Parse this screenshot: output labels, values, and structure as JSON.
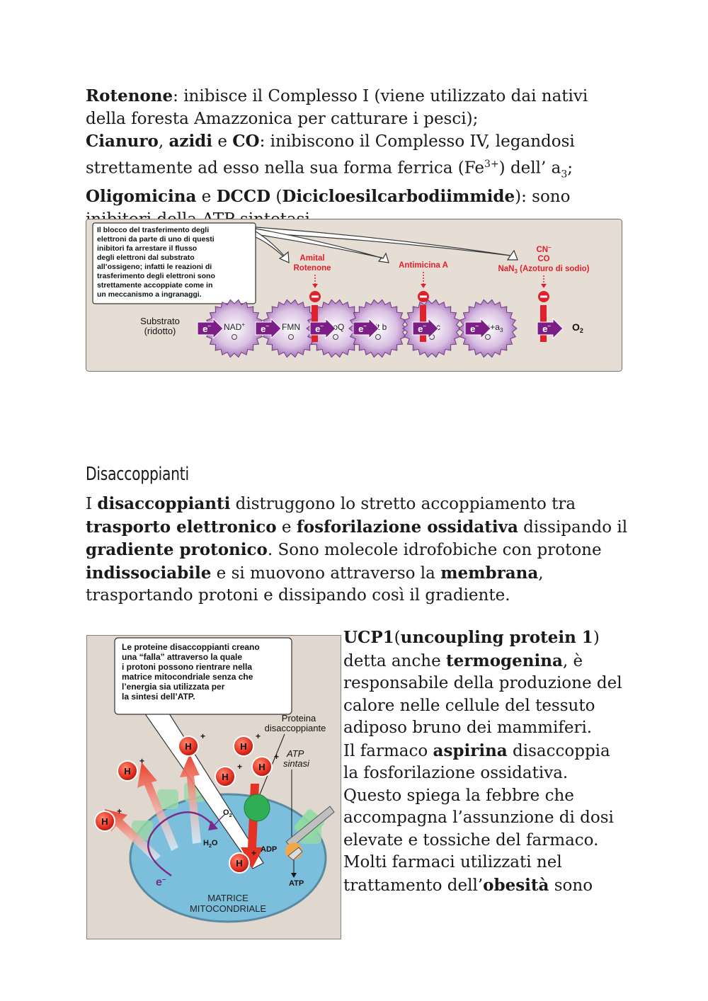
{
  "text1": {
    "rotenone": "Rotenone",
    "rotenone_desc": ": inibisce il Complesso I (viene utilizzato dai nativi della foresta Amazzonica per catturare i pesci);",
    "cianuro": "Cianuro",
    "comma": ", ",
    "azidi": "azidi",
    "and1": " e ",
    "co": "CO",
    "cn_desc_a": ": inibiscono il Complesso IV, legandosi strettamente ad esso nella sua forma ferrica (Fe",
    "fe_sup": "3+",
    "cn_desc_b": ") dell’ a",
    "a_sub": "3",
    "cn_desc_c": ";",
    "oligo": "Oligomicina",
    "and2": " e ",
    "dccd": "DCCD",
    "paren_open": " (",
    "dicic": "Dicicloesilcarbodiimmide",
    "oligo_desc": "): sono inibitori della ATP sintetasi."
  },
  "figure1": {
    "callout": [
      "Il blocco del trasferimento degli",
      "elettroni da parte di uno di questi",
      "inibitori fa arrestare il flusso",
      "degli elettroni dal substrato",
      "all’ossigeno; infatti le reazioni di",
      "trasferimento degli elettroni sono",
      "strettamente accoppiate come in",
      "un meccanismo a ingranaggi."
    ],
    "inhibitor1": [
      "Amital",
      "Rotenone"
    ],
    "inhibitor2": "Antimicina A",
    "inhibitor3_cn": "CN",
    "inhibitor3_co": "CO",
    "inhibitor3_nan": "NaN",
    "inhibitor3_rest": " (Azoturo di sodio)",
    "minus": "–",
    "substrate": [
      "Substrato",
      "(ridotto)"
    ],
    "electron": "e",
    "electron_sup": "–",
    "gears": [
      "NAD",
      "FMN",
      "CoQ",
      "Cit b",
      "Cit c",
      "Cit a+a"
    ],
    "nad_sup": "+",
    "a3_sub": "3",
    "oxygen": "O",
    "oxygen_sub": "2",
    "colors": {
      "panel": "#e6ddd5",
      "arrow": "#7b1f86",
      "inhibitor": "#e0202a",
      "gear": "#b989c8"
    }
  },
  "section2": {
    "heading": "Disaccoppianti"
  },
  "text2": {
    "t1": "I ",
    "b1": "disaccoppianti",
    "t2": " distruggono lo stretto accoppiamento tra ",
    "b2": "trasporto elettronico",
    "t3": " e ",
    "b3": "fosforilazione ossidativa",
    "t4": " dissipando il ",
    "b4": "gradiente protonico",
    "t5": ". Sono molecole idrofobiche con protone ",
    "b5": "indissociabile",
    "t6": " e si muovono attraverso la ",
    "b6": "membrana",
    "t7": ", trasportando protoni e dissipando così il gradiente."
  },
  "text3": {
    "b1": "UCP1",
    "t1": "(",
    "b2": "uncoupling protein 1",
    "t2": ") detta anche ",
    "b3": "termogenina",
    "t3": ", è responsabile della produzione del",
    "t4": "calore nelle cellule del tessuto adiposo bruno dei mammiferi.",
    "t5": "Il farmaco ",
    "b4": "aspirina",
    "t6": " disaccoppia la fosforilazione ossidativa. Questo spiega la febbre che accompagna l’assunzione di dosi elevate e tossiche del farmaco. Molti farmaci utilizzati nel trattamento dell’",
    "b5": "obesità",
    "t7": " sono"
  },
  "figure2": {
    "callout": [
      "Le proteine disaccoppianti creano",
      "una “falla” attraverso la quale",
      "i protoni possono rientrare nella",
      "matrice mitocondriale senza che",
      "l’energia sia utilizzata per",
      "la sintesi dell’ATP."
    ],
    "protein_label": [
      "Proteina",
      "disaccoppiante"
    ],
    "atp_synth": [
      "ATP",
      "sintasi"
    ],
    "proton": "H",
    "proton_sup": "+",
    "o2": "O",
    "o2_sub": "2",
    "h2o_a": "H",
    "h2o_sub": "2",
    "h2o_b": "O",
    "adp": "ADP",
    "atp": "ATP",
    "electron": "e",
    "electron_sup": "–",
    "matrix": [
      "MATRICE",
      "MITOCONDRIALE"
    ],
    "colors": {
      "panel": "#e0d7cf",
      "matrix": "#7bbfdc",
      "proton": "#e53224",
      "protein": "#2fae55"
    }
  }
}
